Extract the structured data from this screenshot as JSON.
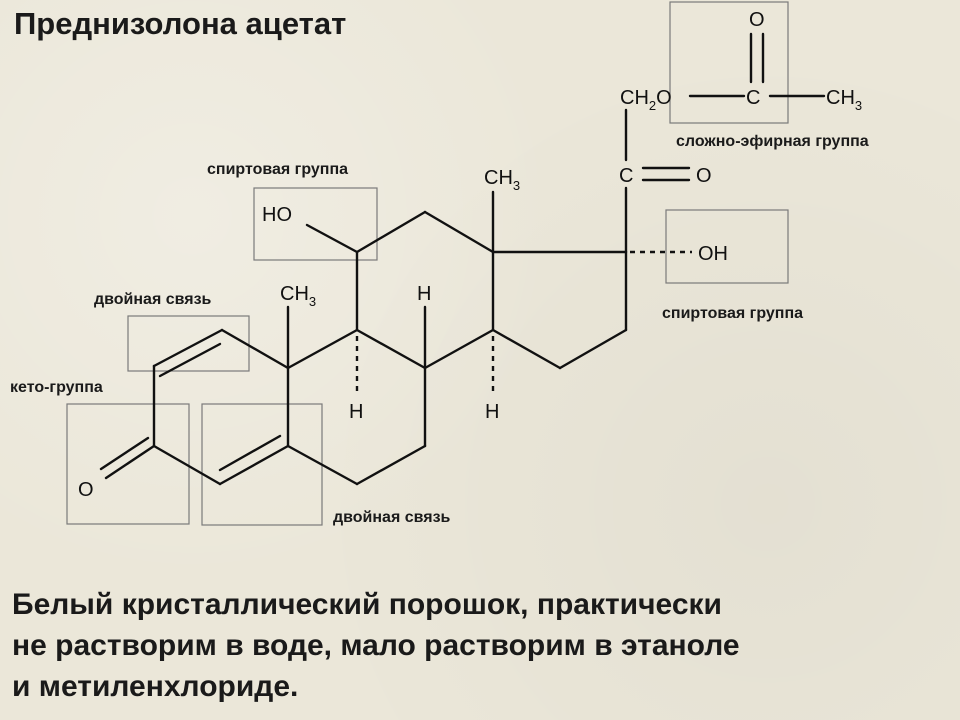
{
  "title": "Преднизолона ацетат",
  "atoms": {
    "O_ester": "O",
    "CH": "CH",
    "sub_2": "2",
    "O_link": "O",
    "C_ester": "C",
    "CH_ester": "CH",
    "sub_3": "3",
    "C_ketone": "C",
    "O_ketone": "O",
    "CH_c18": "CH",
    "HO": "HO",
    "OH": "OH",
    "CH_c19": "CH",
    "H_c8": "H",
    "H_c9": "H",
    "H_c14": "H",
    "O_keto3": "O"
  },
  "labels": {
    "ester_group": "сложно-эфирная группа",
    "alcohol_group_top": "спиртовая группа",
    "alcohol_group_right": "спиртовая группа",
    "double_bond_top": "двойная связь",
    "keto_group": "кето-группа",
    "double_bond_bottom": "двойная связь"
  },
  "description": [
    "Белый кристаллический порошок, практически",
    "не растворим в воде, мало растворим в этаноле",
    "и метиленхлориде."
  ]
}
